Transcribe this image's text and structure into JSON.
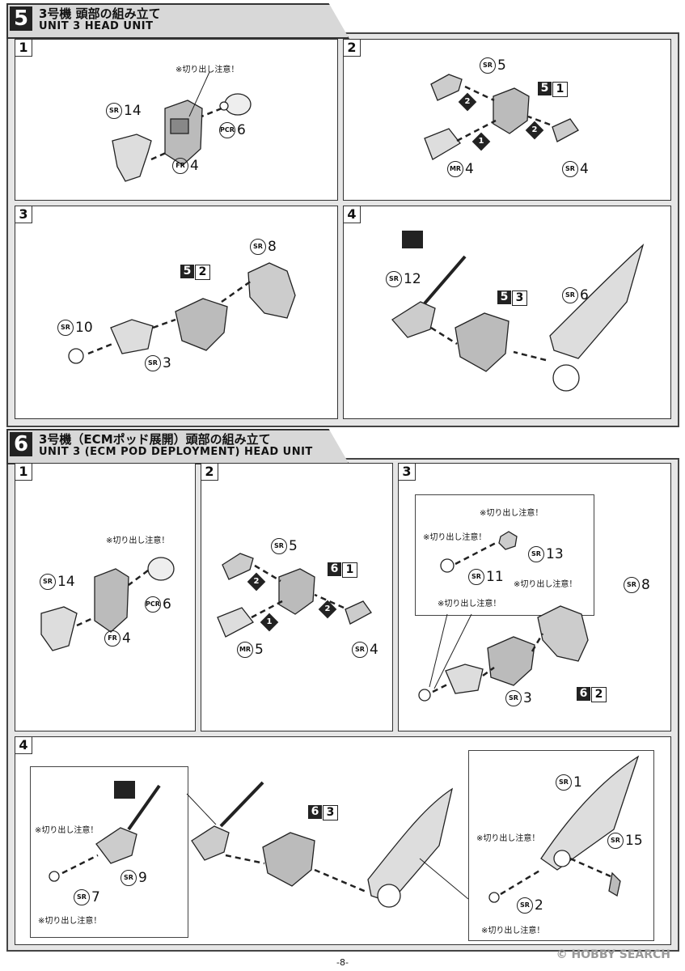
{
  "section5": {
    "num": "5",
    "title_jp": "3号機 頭部の組み立て",
    "title_en": "UNIT 3 HEAD UNIT",
    "panels": [
      {
        "num": "1",
        "warn": "※切り出し注意！",
        "parts": [
          {
            "code": "SR",
            "n": "14"
          },
          {
            "code": "PCR",
            "n": "6"
          },
          {
            "code": "FR",
            "n": "4"
          }
        ]
      },
      {
        "num": "2",
        "ref": [
          "5",
          "1"
        ],
        "steps": [
          "2",
          "1",
          "2"
        ],
        "parts": [
          {
            "code": "SR",
            "n": "5"
          },
          {
            "code": "MR",
            "n": "4"
          },
          {
            "code": "SR",
            "n": "4"
          }
        ]
      },
      {
        "num": "3",
        "ref": [
          "5",
          "2"
        ],
        "parts": [
          {
            "code": "SR",
            "n": "8"
          },
          {
            "code": "SR",
            "n": "10"
          },
          {
            "code": "SR",
            "n": "3"
          }
        ]
      },
      {
        "num": "4",
        "ref": [
          "5",
          "3"
        ],
        "parts": [
          {
            "code": "SR",
            "n": "12"
          },
          {
            "code": "SR",
            "n": "6"
          }
        ]
      }
    ]
  },
  "section6": {
    "num": "6",
    "title_jp": "3号機（ECMポッド展開）頭部の組み立て",
    "title_en": "UNIT 3 (ECM POD DEPLOYMENT) HEAD UNIT",
    "panels": [
      {
        "num": "1",
        "warn": "※切り出し注意！",
        "parts": [
          {
            "code": "SR",
            "n": "14"
          },
          {
            "code": "PCR",
            "n": "6"
          },
          {
            "code": "FR",
            "n": "4"
          }
        ]
      },
      {
        "num": "2",
        "ref": [
          "6",
          "1"
        ],
        "steps": [
          "2",
          "1",
          "2"
        ],
        "parts": [
          {
            "code": "SR",
            "n": "5"
          },
          {
            "code": "MR",
            "n": "5"
          },
          {
            "code": "SR",
            "n": "4"
          }
        ]
      },
      {
        "num": "3",
        "ref": [
          "6",
          "2"
        ],
        "warn": "※切り出し注意！",
        "parts": [
          {
            "code": "SR",
            "n": "13"
          },
          {
            "code": "SR",
            "n": "11"
          },
          {
            "code": "SR",
            "n": "8"
          },
          {
            "code": "SR",
            "n": "3"
          }
        ]
      },
      {
        "num": "4",
        "ref": [
          "6",
          "3"
        ],
        "warn": "※切り出し注意！",
        "parts": [
          {
            "code": "SR",
            "n": "9"
          },
          {
            "code": "SR",
            "n": "7"
          },
          {
            "code": "SR",
            "n": "1"
          },
          {
            "code": "SR",
            "n": "15"
          },
          {
            "code": "SR",
            "n": "2"
          }
        ]
      }
    ]
  },
  "page_number": "-8-",
  "watermark": "© HOBBY SEARCH"
}
